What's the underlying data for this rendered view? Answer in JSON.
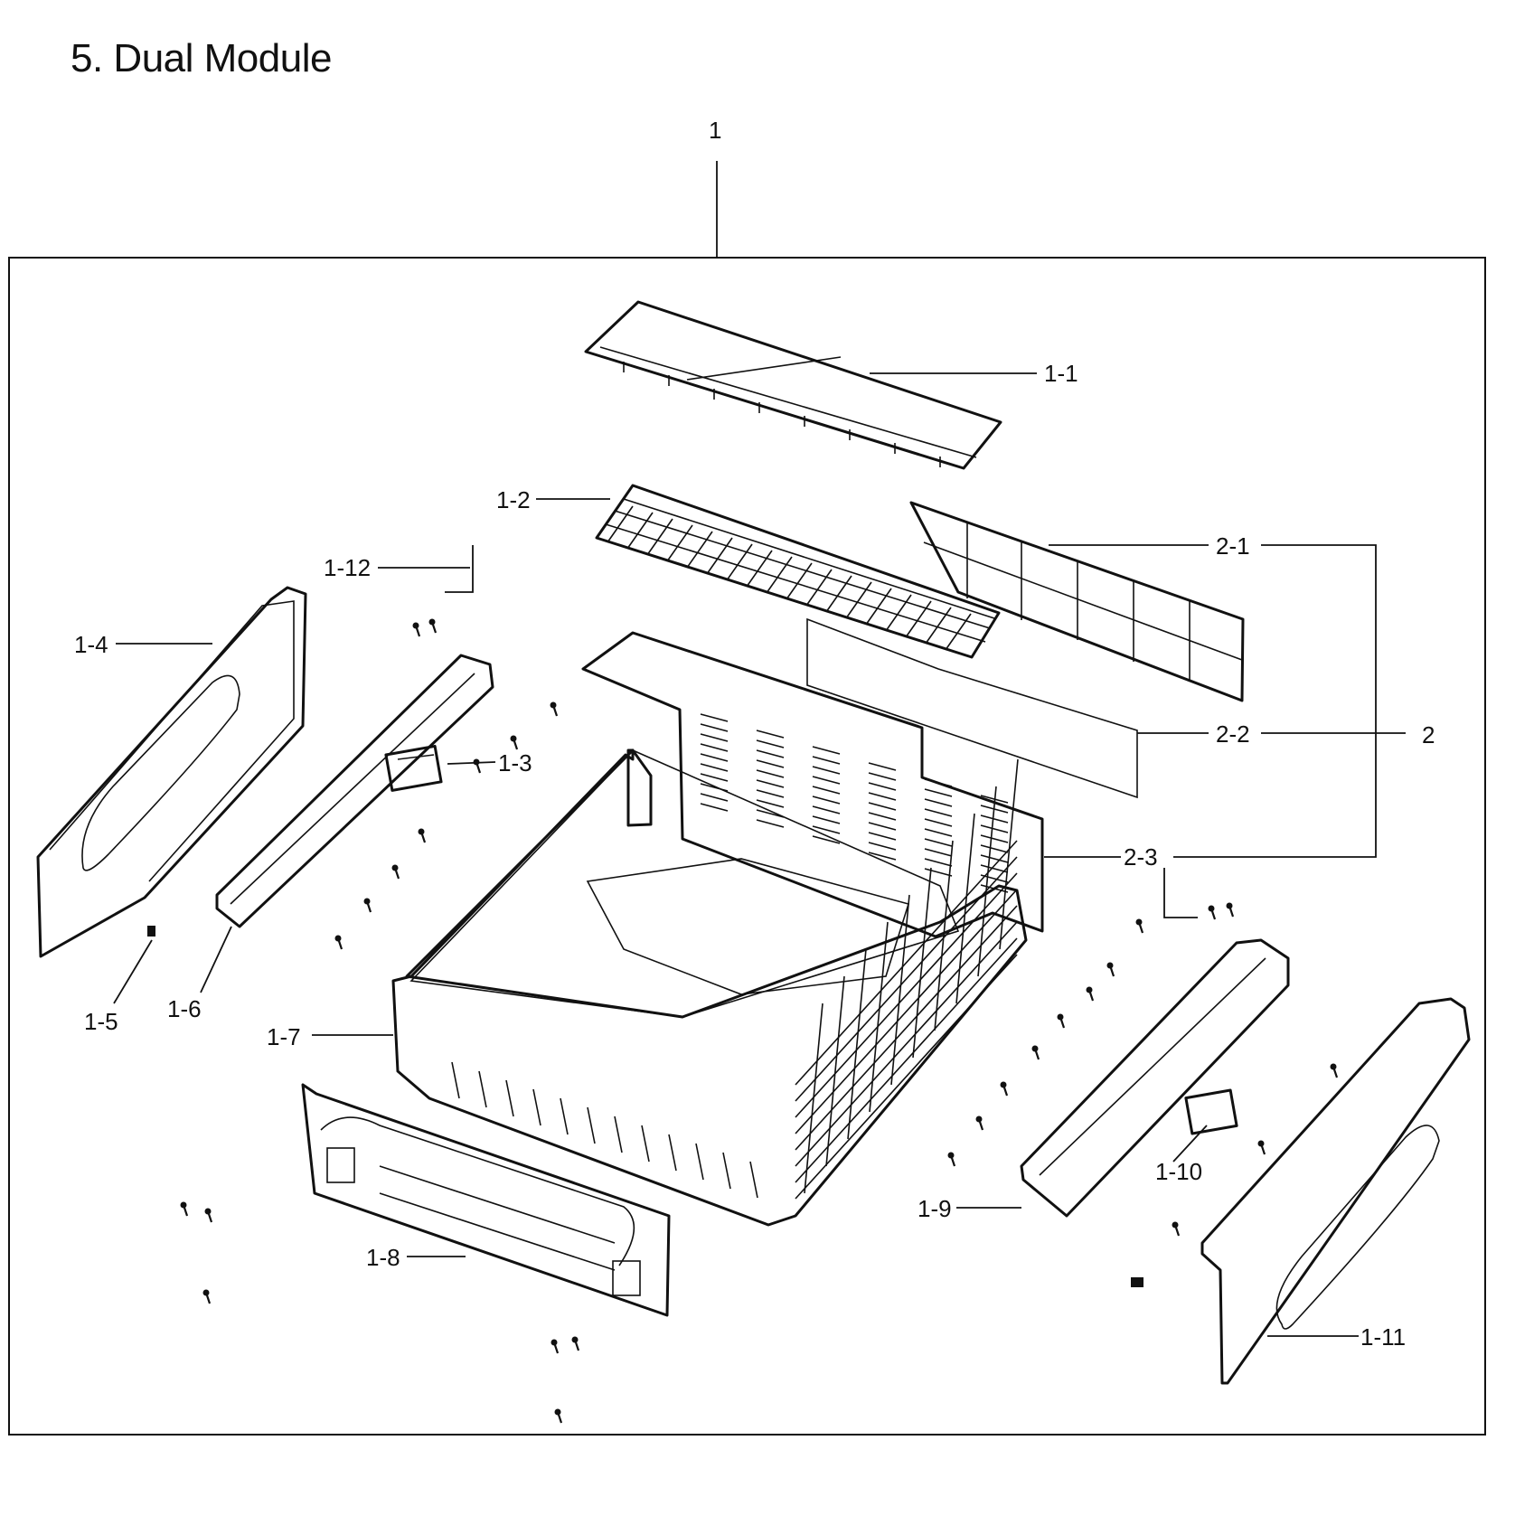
{
  "title": "5. Dual Module",
  "labels": {
    "l1": "1",
    "l1_1": "1-1",
    "l1_2": "1-2",
    "l1_3": "1-3",
    "l1_4": "1-4",
    "l1_5": "1-5",
    "l1_6": "1-6",
    "l1_7": "1-7",
    "l1_8": "1-8",
    "l1_9": "1-9",
    "l1_10": "1-10",
    "l1_11": "1-11",
    "l1_12": "1-12",
    "l2": "2",
    "l2_1": "2-1",
    "l2_2": "2-2",
    "l2_3": "2-3"
  }
}
